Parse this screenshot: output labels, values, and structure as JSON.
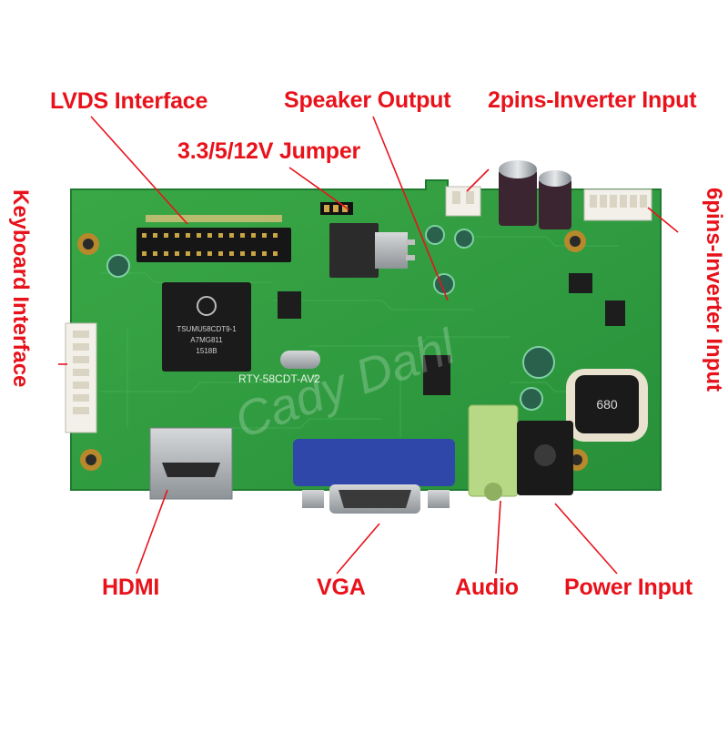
{
  "labels": {
    "lvds": "LVDS Interface",
    "speaker": "Speaker Output",
    "inverter2": "2pins-Inverter Input",
    "jumper": "3.3/5/12V Jumper",
    "keyboard": "Keyboard Interface",
    "inverter6": "6pins-Inverter Input",
    "hdmi": "HDMI",
    "vga": "VGA",
    "audio": "Audio",
    "power": "Power Input"
  },
  "board": {
    "chip_text_1": "TSUMU58CDT9-1",
    "chip_text_2": "A7MG811",
    "chip_text_3": "1518B",
    "model_text": "RTY-58CDT-AV2",
    "inductor_text": "680",
    "watermark": "Cady Dahl"
  },
  "colors": {
    "label": "#e8121b",
    "pcb": "#2e9d3a",
    "connector_blue": "#2f47a8",
    "audio_jack": "#b7d884"
  }
}
